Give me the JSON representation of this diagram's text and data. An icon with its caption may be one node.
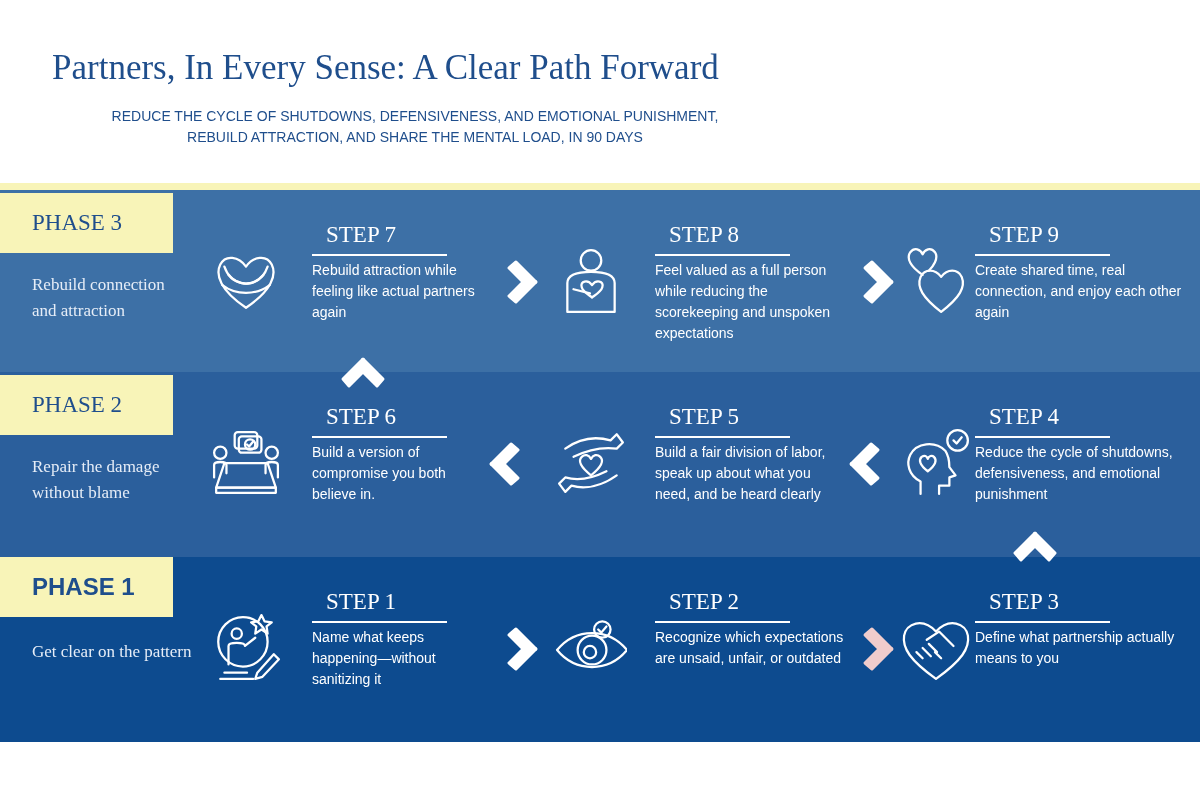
{
  "diagram": {
    "title": "Partners, In Every Sense: A Clear Path Forward",
    "nodes": [
      {
        "text": [
          "PHASE 3",
          "Rebuild connection and attraction"
        ]
      },
      {
        "text": [
          "STEP 7",
          "Rebuild attraction while feeling like actual partners again"
        ],
        "in": 0
      },
      {
        "text": [
          "STEP 8",
          "Feel valued as a full person while reducing the scorekeeping and unspoken expectations"
        ],
        "in": 0
      },
      {
        "text": [
          "STEP 9",
          "Create shared time, real connection, and enjoy each other again"
        ],
        "in": 0
      },
      {
        "text": [
          "PHASE 2",
          "Repair the damage without blame"
        ]
      },
      {
        "text": [
          "STEP 6",
          "Build a version of compromise you both believe in."
        ],
        "in": 4
      },
      {
        "text": [
          "STEP 5",
          "Build a fair division of labor, speak up about what you need, and be heard clearly"
        ],
        "in": 4
      },
      {
        "text": [
          "STEP 4",
          "Reduce the cycle of shutdowns, defensiveness, and emotional punishment"
        ],
        "in": 4
      },
      {
        "text": [
          "PHASE 1",
          "Get clear on the pattern"
        ]
      },
      {
        "text": [
          "STEP 1",
          "Name what keeps happening—without sanitizing it"
        ],
        "in": 8
      },
      {
        "text": [
          "STEP 2",
          "Recognize which expectations are unsaid, unfair, or outdated"
        ],
        "in": 8
      },
      {
        "text": [
          "STEP 3",
          "Define what partnership actually means to you"
        ],
        "in": 8
      }
    ],
    "edges": [
      {
        "from": 9,
        "to": 10,
        "arrow": "to"
      },
      {
        "from": 10,
        "to": 11,
        "arrow": "to",
        "color": "#f0cccc"
      },
      {
        "from": 11,
        "to": 7,
        "arrow": "to"
      },
      {
        "from": 7,
        "to": 6,
        "arrow": "to"
      },
      {
        "from": 6,
        "to": 5,
        "arrow": "to"
      },
      {
        "from": 5,
        "to": 1,
        "arrow": "to"
      },
      {
        "from": 1,
        "to": 2,
        "arrow": "to"
      },
      {
        "from": 2,
        "to": 3,
        "arrow": "to"
      }
    ],
    "labels": [
      "REDUCE THE CYCLE OF SHUTDOWNS, DEFENSIVENESS, AND EMOTIONAL PUNISHMENT, REBUILD ATTRACTION, AND SHARE THE MENTAL LOAD, IN 90 DAYS"
    ]
  }
}
